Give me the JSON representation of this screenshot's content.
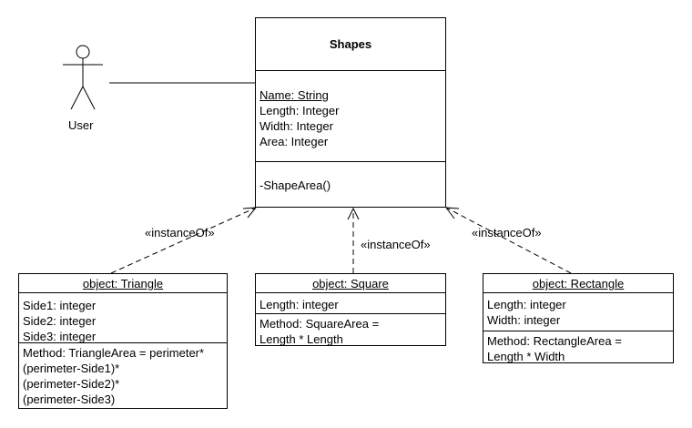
{
  "actor": {
    "name": "User"
  },
  "shapes": {
    "title": "Shapes",
    "attributes": [
      "Name: String",
      "Length: Integer",
      "Width: Integer",
      "Area: Integer"
    ],
    "operations": [
      "-ShapeArea()"
    ]
  },
  "triangle": {
    "title": "object: Triangle",
    "attributes": [
      "Side1: integer",
      "Side2: integer",
      "Side3: integer"
    ],
    "methods": [
      "Method: TriangleArea = perimeter*",
      "(perimeter-Side1)*",
      "(perimeter-Side2)*",
      "(perimeter-Side3)"
    ]
  },
  "square": {
    "title": "object: Square",
    "attributes": [
      "Length: integer"
    ],
    "methods": [
      "Method: SquareArea =",
      "Length * Length"
    ]
  },
  "rectangle": {
    "title": "object: Rectangle",
    "attributes": [
      "Length: integer",
      "Width: integer"
    ],
    "methods": [
      "Method: RectangleArea =",
      "Length * Width"
    ]
  },
  "relations": {
    "triangle_label": "«instanceOf»",
    "square_label": "«instanceOf»",
    "rectangle_label": "«instanceOf»"
  }
}
